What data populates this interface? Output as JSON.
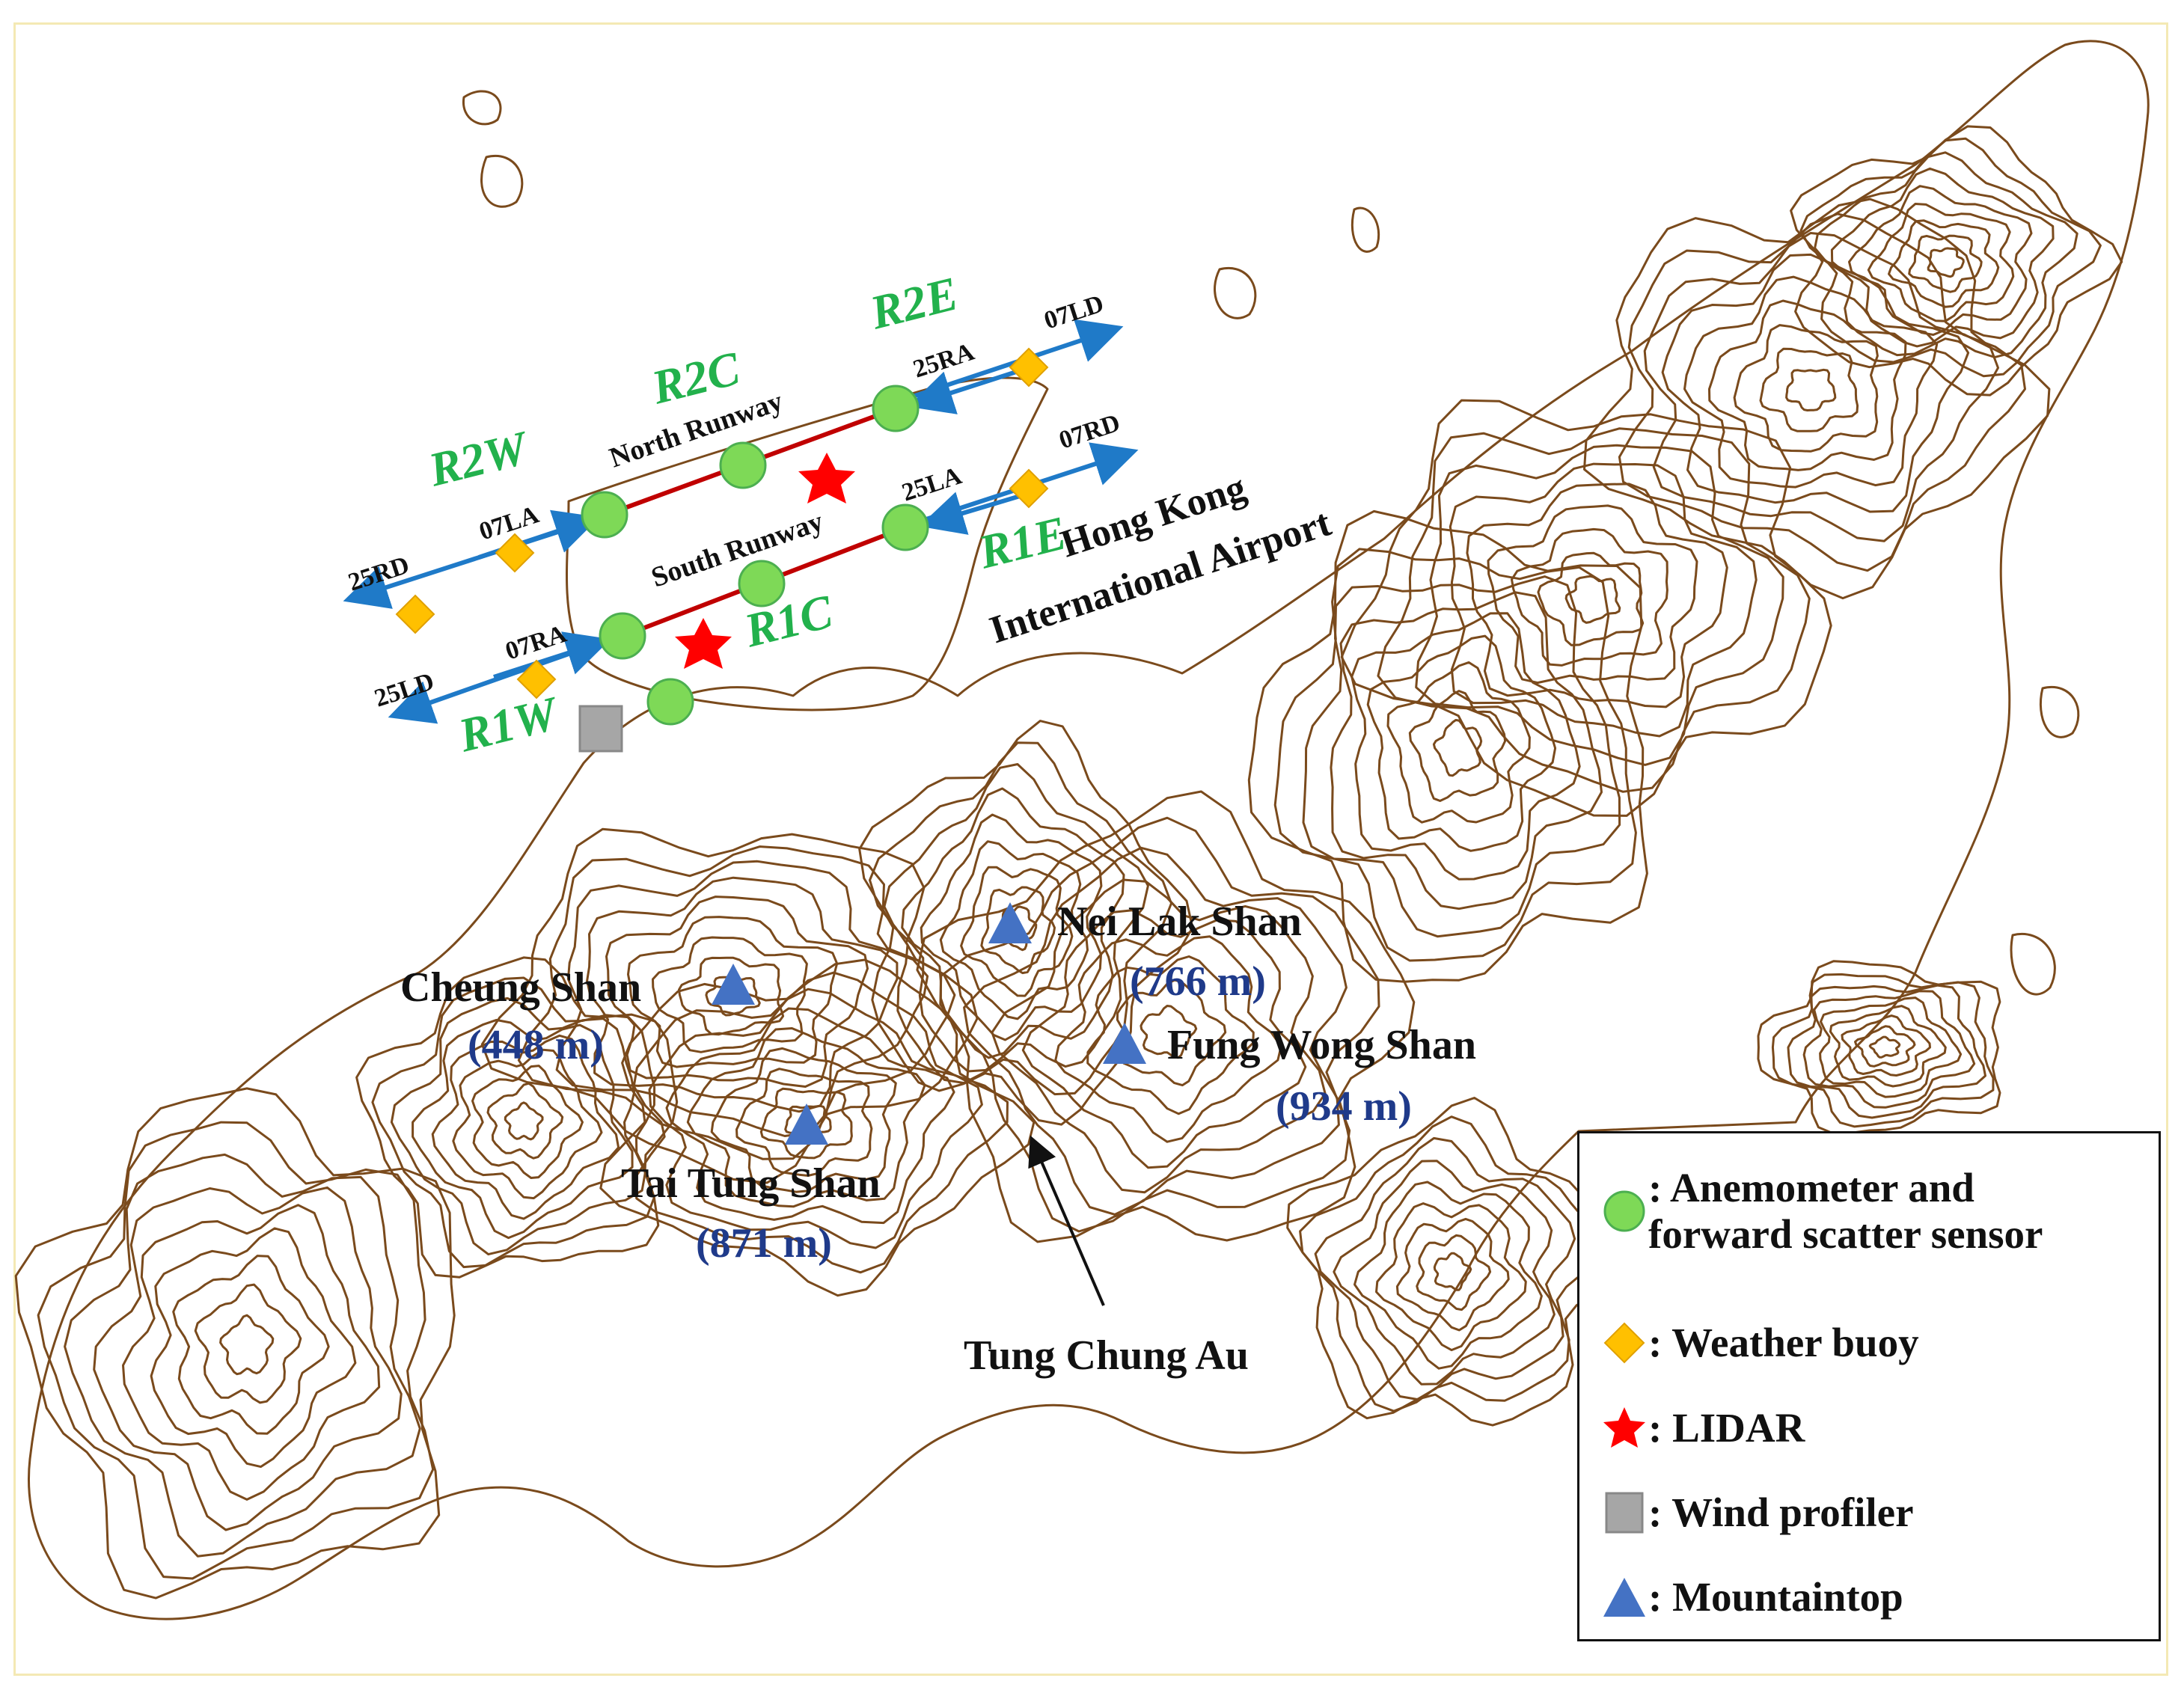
{
  "colors": {
    "contour": "#7a4a1c",
    "anemometer": "#7ed957",
    "buoy": "#ffc000",
    "lidar": "#ff0000",
    "profiler": "#a6a6a6",
    "mountaintop": "#4472c4",
    "runway": "#c00000",
    "approach_arrow": "#1f7ac8",
    "station_label": "#22b14c",
    "elevation_label": "#1f3a8a"
  },
  "airport": {
    "name_line1": "Hong Kong",
    "name_line2": "International Airport",
    "north_runway_label": "North Runway",
    "south_runway_label": "South Runway"
  },
  "stations": [
    "R2W",
    "R2C",
    "R2E",
    "R1W",
    "R1C",
    "R1E"
  ],
  "runway_ends": [
    "07LD",
    "25RA",
    "07RD",
    "25LA",
    "07LA",
    "25RD",
    "07RA",
    "25LD"
  ],
  "peaks": [
    {
      "name": "Cheung Shan",
      "elevation": "(448 m)"
    },
    {
      "name": "Nei Lak Shan",
      "elevation": "(766 m)"
    },
    {
      "name": "Fung Wong Shan",
      "elevation": "(934 m)"
    },
    {
      "name": "Tai Tung Shan",
      "elevation": "(871 m)"
    }
  ],
  "pass_label": "Tung Chung Au",
  "legend": {
    "anemometer_line1": ": Anemometer and",
    "anemometer_line2": "forward scatter sensor",
    "buoy": ": Weather buoy",
    "lidar": ": LIDAR",
    "profiler": ": Wind profiler",
    "mountaintop": ": Mountaintop"
  },
  "icons": {
    "anemometer": "green-circle-icon",
    "buoy": "orange-diamond-icon",
    "lidar": "red-star-icon",
    "profiler": "gray-square-icon",
    "mountaintop": "blue-triangle-icon"
  }
}
